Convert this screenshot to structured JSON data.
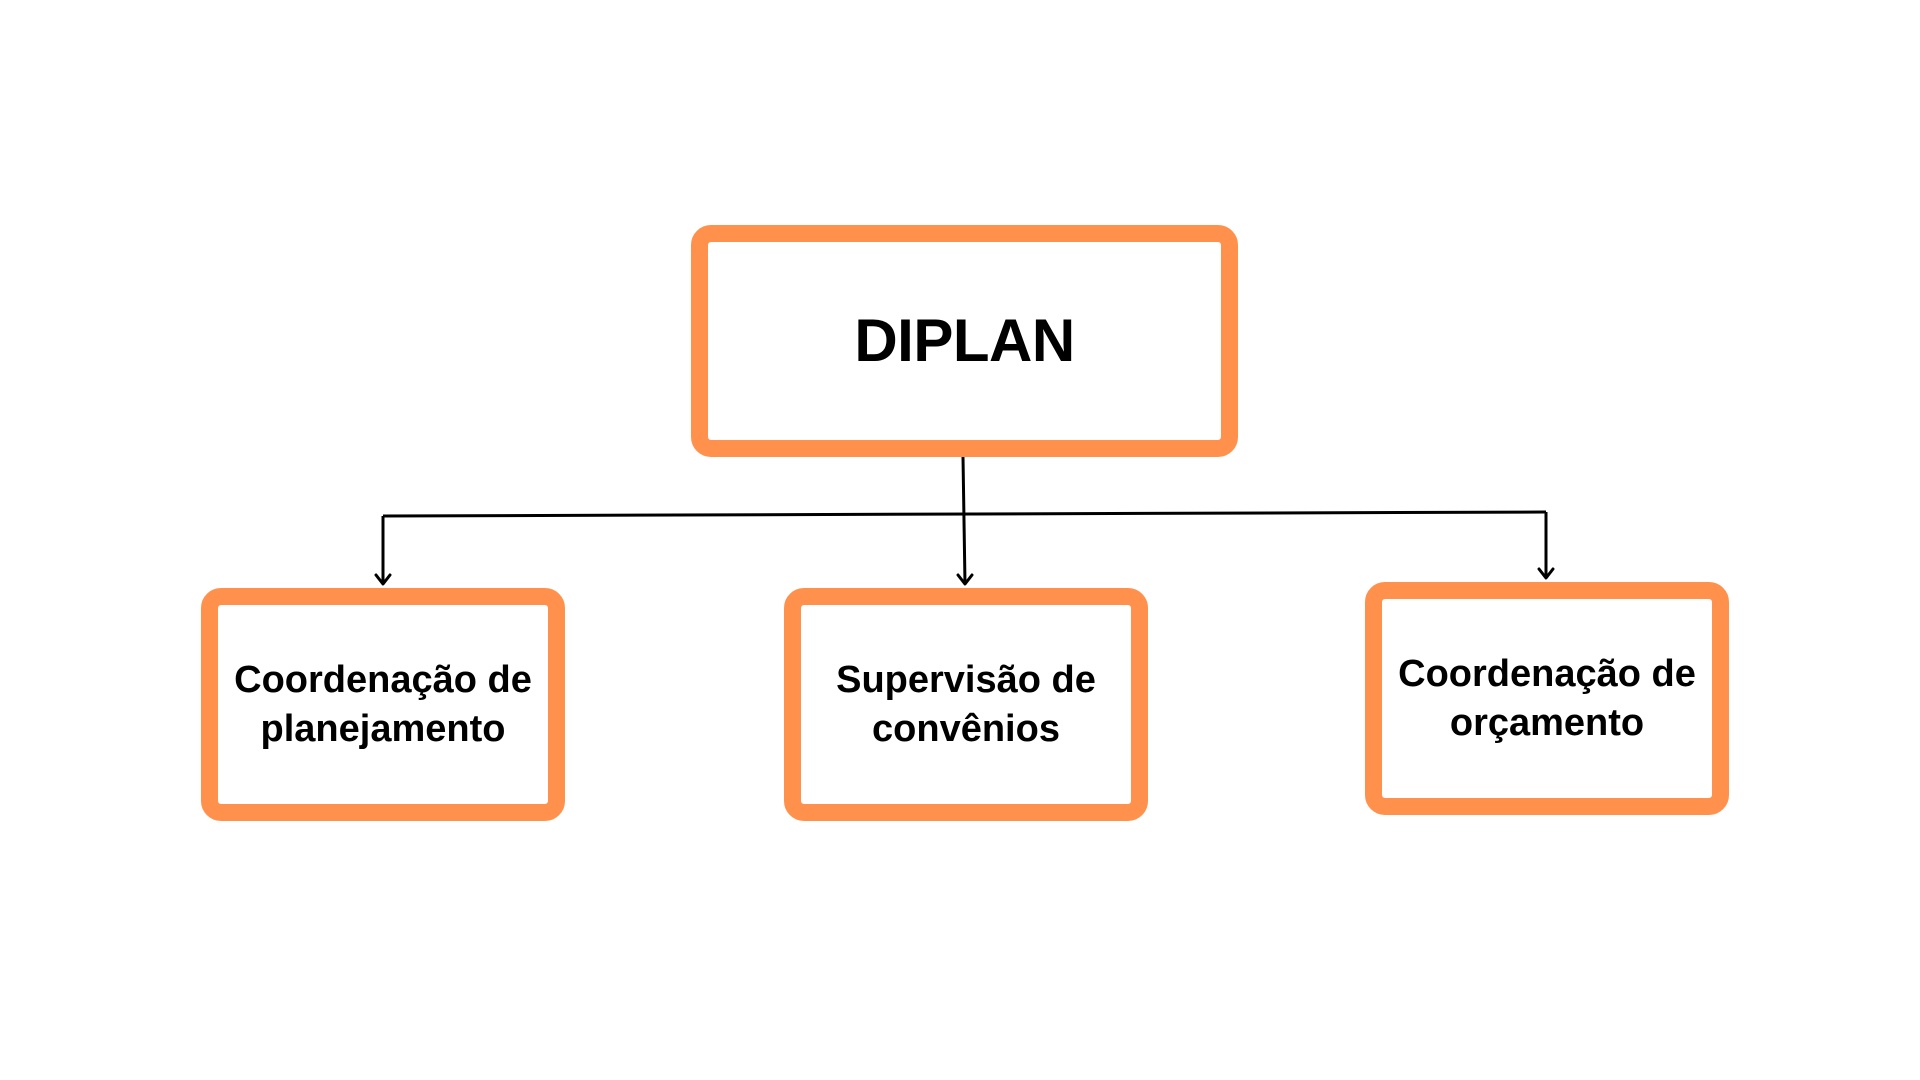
{
  "diagram": {
    "accent_color": "#ff914d",
    "line_color": "#000000",
    "root": {
      "label": "DIPLAN"
    },
    "children": [
      {
        "label": "Coordenação de planejamento"
      },
      {
        "label": "Supervisão de convênios"
      },
      {
        "label": "Coordenação de orçamento"
      }
    ]
  }
}
